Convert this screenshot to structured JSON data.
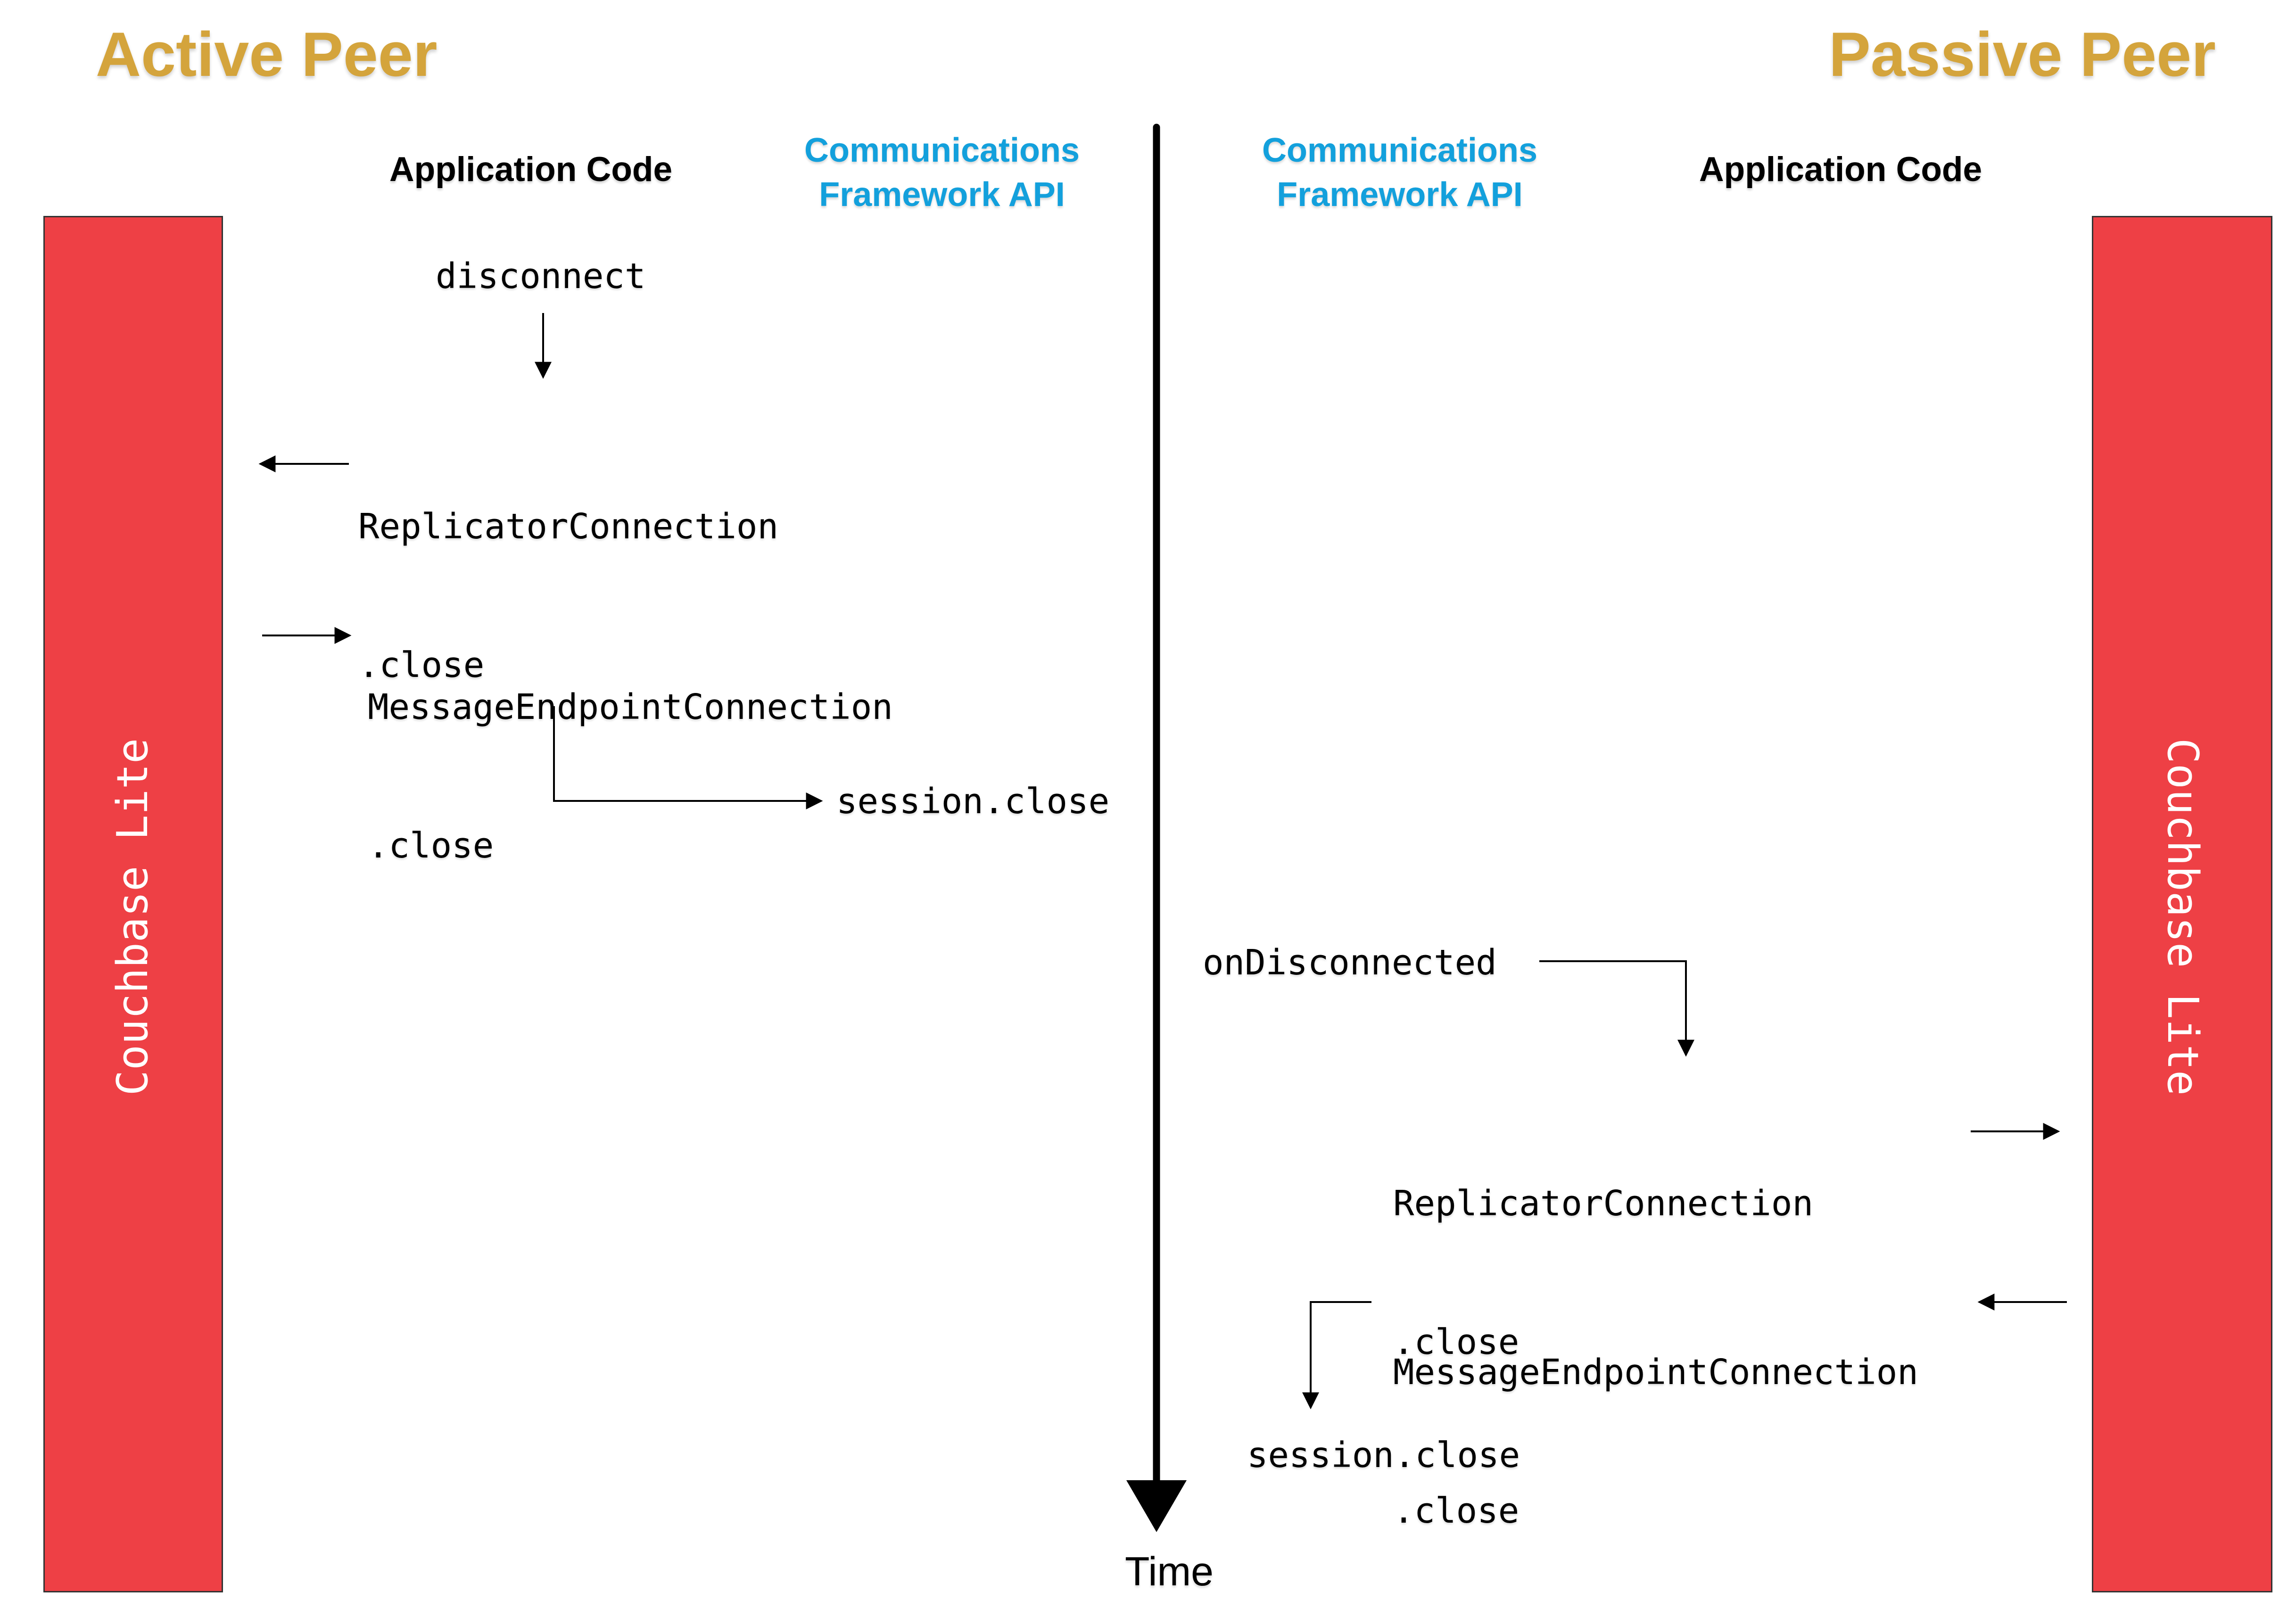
{
  "titles": {
    "active": "Active Peer",
    "passive": "Passive Peer"
  },
  "headers": {
    "app_code_left": "Application Code",
    "app_code_right": "Application Code",
    "comms_left": {
      "line1": "Communications",
      "line2": "Framework API"
    },
    "comms_right": {
      "line1": "Communications",
      "line2": "Framework API"
    }
  },
  "bars": {
    "left_label": "Couchbase Lite",
    "right_label": "Couchbase Lite"
  },
  "timeline": {
    "label": "Time"
  },
  "active_messages": {
    "disconnect": "disconnect",
    "replicator_connection": {
      "line1": "ReplicatorConnection",
      "line2": ".close"
    },
    "message_endpoint_connection": {
      "line1": "MessageEndpointConnection",
      "line2": ".close"
    },
    "session_close": "session.close"
  },
  "passive_messages": {
    "on_disconnected": "onDisconnected",
    "replicator_connection": {
      "line1": "ReplicatorConnection",
      "line2": ".close"
    },
    "message_endpoint_connection": {
      "line1": "MessageEndpointConnection",
      "line2": ".close"
    },
    "session_close": "session.close"
  },
  "colors": {
    "peer_title_gold": "#D4A43C",
    "comms_blue": "#13A0DC",
    "bar_red": "#EE4045",
    "bar_border": "#333333",
    "text_black": "#000000"
  }
}
